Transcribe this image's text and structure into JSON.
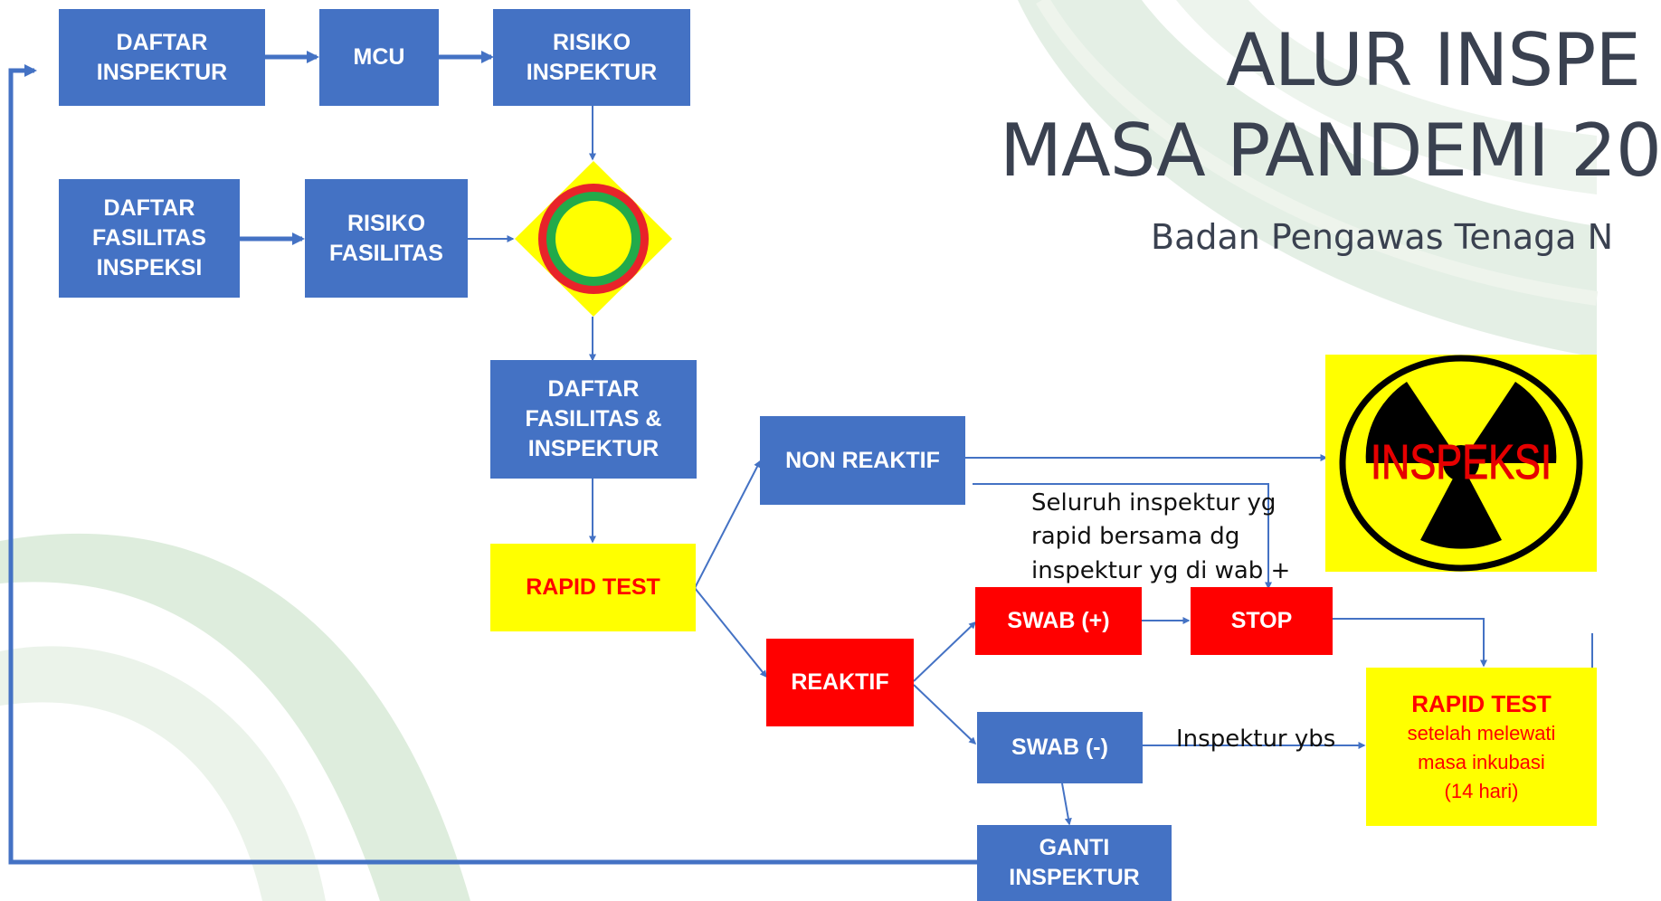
{
  "title": {
    "line1": "ALUR INSPE",
    "line2": "MASA PANDEMI 20",
    "subtitle": "Badan Pengawas Tenaga N"
  },
  "boxes": {
    "daftar_inspektur": "DAFTAR\nINSPEKTUR",
    "mcu": "MCU",
    "risiko_inspektur": "RISIKO\nINSPEKTUR",
    "daftar_fasilitas_inspeksi": "DAFTAR\nFASILITAS\nINSPEKSI",
    "risiko_fasilitas": "RISIKO\nFASILITAS",
    "daftar_fasilitas_inspektur": "DAFTAR\nFASILITAS &\nINSPEKTUR",
    "rapid_test": "RAPID TEST",
    "non_reaktif": "NON REAKTIF",
    "reaktif": "REAKTIF",
    "swab_pos": "SWAB (+)",
    "swab_neg": "SWAB (-)",
    "stop": "STOP",
    "ganti_inspektur": "GANTI\nINSPEKTUR",
    "rapid_test_2_title": "RAPID TEST",
    "rapid_test_2_detail": "setelah melewati\nmasa inkubasi\n(14 hari)",
    "inspeksi_logo": "INSPEKSI"
  },
  "notes": {
    "seluruh": "Seluruh inspektur yg\nrapid bersama dg\ninspektur yg di wab +",
    "inspektur_ybs": "Inspektur ybs"
  },
  "colors": {
    "box_blue": "#4472c4",
    "box_red": "#ff0000",
    "box_yellow": "#ffff00",
    "arrow": "#4472c4"
  },
  "icons": {
    "risk_symbol": "risk-matrix-icon",
    "logo": "radiation-trefoil-icon"
  }
}
